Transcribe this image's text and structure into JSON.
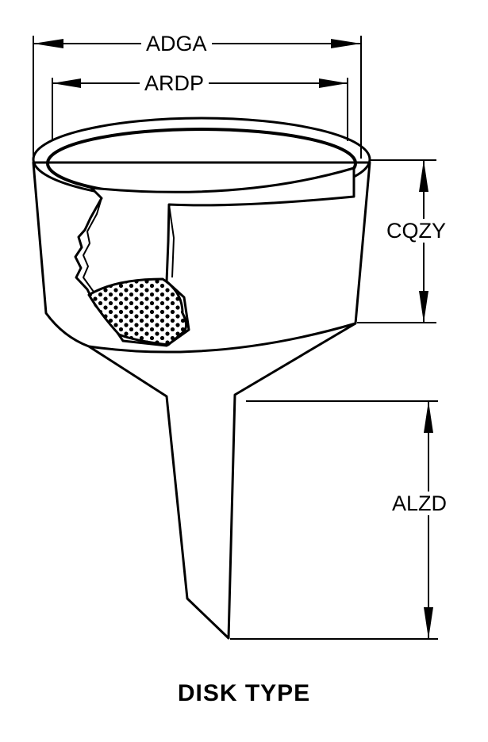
{
  "dimensions": {
    "outer_diameter": "ADGA",
    "inner_diameter": "ARDP",
    "bowl_height": "CQZY",
    "stem_length": "ALZD"
  },
  "caption": "DISK TYPE"
}
